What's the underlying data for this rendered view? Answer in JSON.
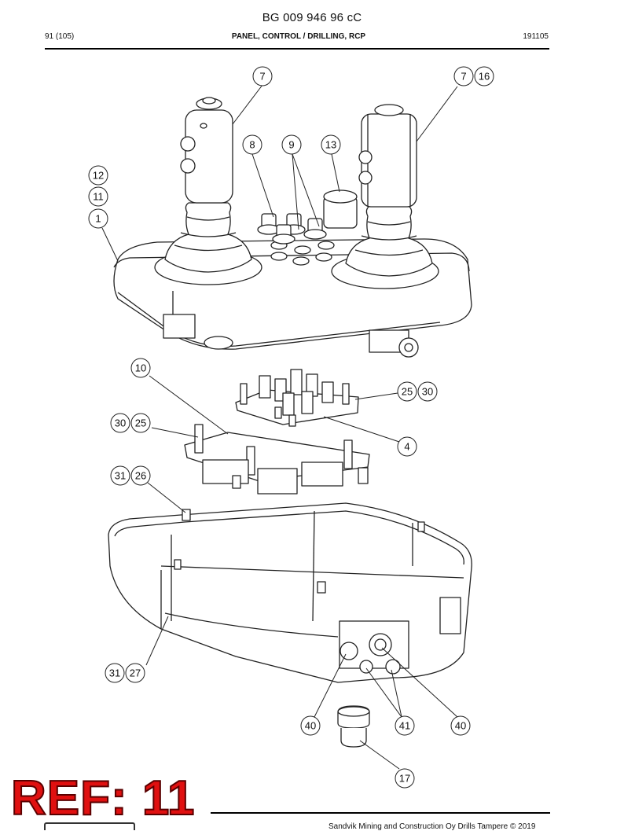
{
  "header": {
    "doc_number": "BG 009 946 96 cC",
    "page": "91 (105)",
    "title": "PANEL, CONTROL / DRILLING, RCP",
    "date": "191105"
  },
  "callouts": {
    "c7a": "7",
    "c7b": "7",
    "c16": "16",
    "c8": "8",
    "c9": "9",
    "c13": "13",
    "c12": "12",
    "c11": "11",
    "c1": "1",
    "c10": "10",
    "c25a": "25",
    "c30a": "30",
    "c30b": "30",
    "c25b": "25",
    "c4": "4",
    "c31a": "31",
    "c26": "26",
    "c31b": "31",
    "c27": "27",
    "c40a": "40",
    "c41": "41",
    "c40b": "40",
    "c17": "17"
  },
  "stamp": {
    "text": "REF: 11",
    "color": "#e01010"
  },
  "footer": {
    "copyright": "Sandvik Mining and Construction Oy Drills Tampere © 2019"
  }
}
